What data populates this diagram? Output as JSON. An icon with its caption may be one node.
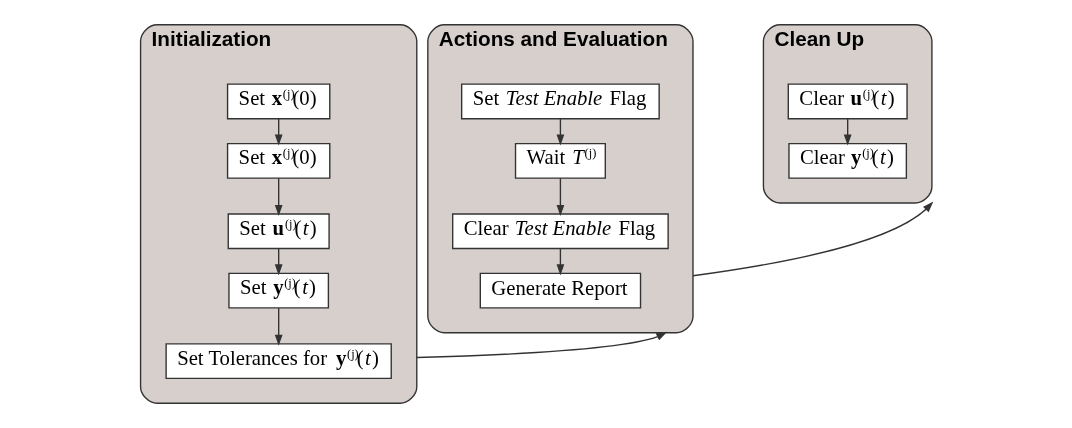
{
  "diagram": {
    "nodes": [
      {
        "text": [
          "Initialization"
        ]
      },
      {
        "text": [
          "Set **x**$^{(j)}$(0)"
        ],
        "in": 0
      },
      {
        "text": [
          "Set **x**$^{(j)}$(0)"
        ],
        "in": 0
      },
      {
        "text": [
          "Set **u**$^{(j)}$(*t*)"
        ],
        "in": 0
      },
      {
        "text": [
          "Set **y**$^{(j)}$(*t*)"
        ],
        "in": 0
      },
      {
        "text": [
          "Set Tolerances for **y**$^{(j)}$(*t*)"
        ],
        "in": 0
      },
      {
        "text": [
          "Actions and Evaluation"
        ]
      },
      {
        "text": [
          "Set *Test Enable* Flag"
        ],
        "in": 6
      },
      {
        "text": [
          "Wait *T*$^{(j)}$"
        ],
        "in": 6
      },
      {
        "text": [
          "Clear *Test Enable* Flag"
        ],
        "in": 6
      },
      {
        "text": [
          "Generate Report"
        ],
        "in": 6
      },
      {
        "text": [
          "Clean Up"
        ]
      },
      {
        "text": [
          "Clear **u**$^{(j)}$(*t*)"
        ],
        "in": 11
      },
      {
        "text": [
          "Clear **y**$^{(j)}$(*t*)"
        ],
        "in": 11
      }
    ],
    "edges": [
      {
        "from": 1,
        "to": 2,
        "arrow": "to"
      },
      {
        "from": 2,
        "to": 3,
        "arrow": "to"
      },
      {
        "from": 3,
        "to": 4,
        "arrow": "to"
      },
      {
        "from": 4,
        "to": 5,
        "arrow": "to"
      },
      {
        "from": 0,
        "to": 6,
        "arrow": "to"
      },
      {
        "from": 7,
        "to": 8,
        "arrow": "to"
      },
      {
        "from": 8,
        "to": 9,
        "arrow": "to"
      },
      {
        "from": 9,
        "to": 10,
        "arrow": "to"
      },
      {
        "from": 6,
        "to": 11,
        "arrow": "to"
      },
      {
        "from": 12,
        "to": 13,
        "arrow": "to"
      }
    ]
  }
}
